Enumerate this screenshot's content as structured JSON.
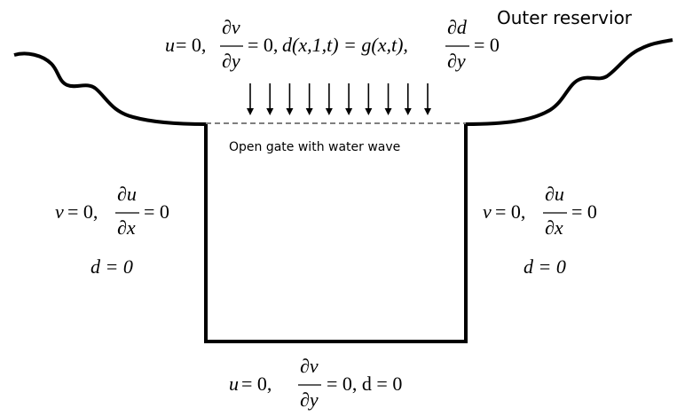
{
  "diagram": {
    "outer_label": "Outer reservior",
    "gate_label": "Open gate with water wave",
    "arrow_count": 10,
    "top_bc": {
      "u": "u",
      "eq0": "= 0,",
      "dv": "∂v",
      "dy": "∂y",
      "eq0b": "= 0,",
      "dterm": "d(x,1,t) = g(x,t),",
      "dd": "∂d",
      "dy2": "∂y",
      "eq0c": "= 0"
    },
    "left_bc": {
      "v": "v",
      "eq0": "= 0,",
      "du": "∂u",
      "dx": "∂x",
      "eq0b": "= 0",
      "d_line": "d = 0"
    },
    "right_bc": {
      "v": "v",
      "eq0": "= 0,",
      "du": "∂u",
      "dx": "∂x",
      "eq0b": "= 0",
      "d_line": "d = 0"
    },
    "bottom_bc": {
      "u": "u",
      "eq0": "= 0,",
      "dv": "∂v",
      "dy": "∂y",
      "eq0b": "= 0, d = 0"
    }
  }
}
